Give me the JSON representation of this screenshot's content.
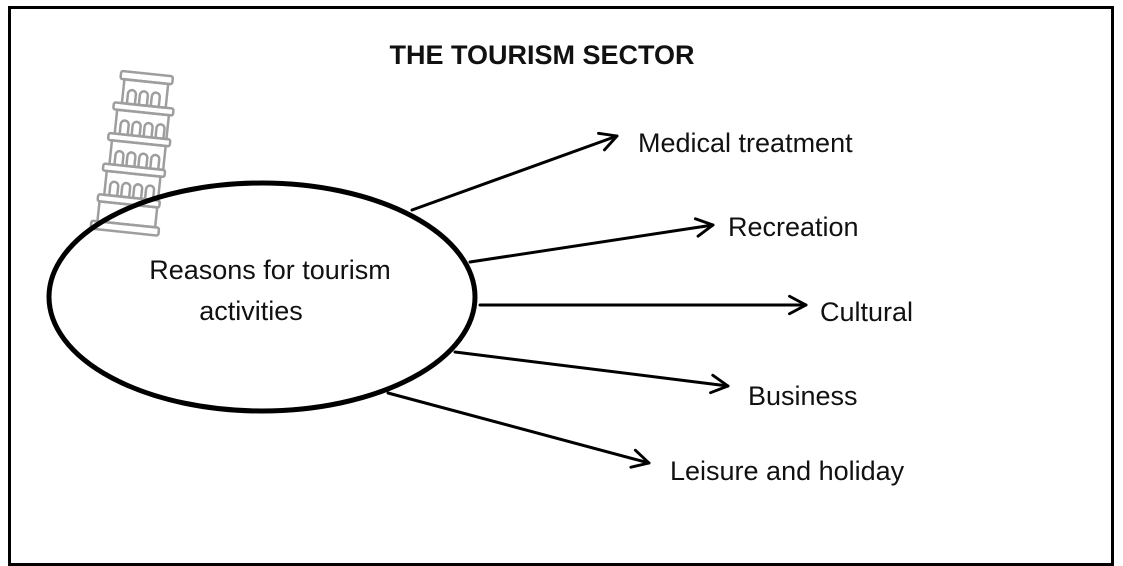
{
  "diagram": {
    "title": "THE TOURISM SECTOR",
    "center": {
      "line1": "Reasons for tourism",
      "line2": "activities"
    },
    "branches": [
      {
        "label": "Medical treatment"
      },
      {
        "label": "Recreation"
      },
      {
        "label": "Cultural"
      },
      {
        "label": "Business"
      },
      {
        "label": "Leisure and holiday"
      }
    ],
    "icon": "leaning-tower-icon"
  },
  "colors": {
    "stroke": "#000000",
    "icon": "#9e9e9e",
    "text": "#111111"
  }
}
